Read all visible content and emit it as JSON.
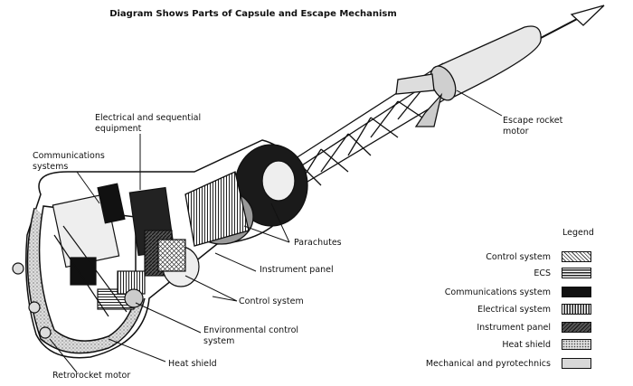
{
  "title": "Diagram Shows Parts of Capsule and Escape Mechanism",
  "callouts": {
    "electrical": "Electrical and sequential\nequipment",
    "communications": "Communications\nsystems",
    "escape_motor": "Escape rocket\nmotor",
    "parachutes": "Parachutes",
    "instrument_panel": "Instrument panel",
    "control_system": "Control system",
    "environmental": "Environmental control\nsystem",
    "heat_shield": "Heat shield",
    "retrorocket": "Retrorocket motor"
  },
  "legend": {
    "title": "Legend",
    "items": [
      {
        "label": "Control system",
        "pattern": "crosshatch"
      },
      {
        "label": "ECS",
        "pattern": "horizontal-lines"
      },
      {
        "label": "Communications system",
        "pattern": "solid-black"
      },
      {
        "label": "Electrical system",
        "pattern": "vertical-lines"
      },
      {
        "label": "Instrument panel",
        "pattern": "dark-diagonal"
      },
      {
        "label": "Heat shield",
        "pattern": "stipple"
      },
      {
        "label": "Mechanical and pyrotechnics",
        "pattern": "light-gray"
      }
    ]
  }
}
